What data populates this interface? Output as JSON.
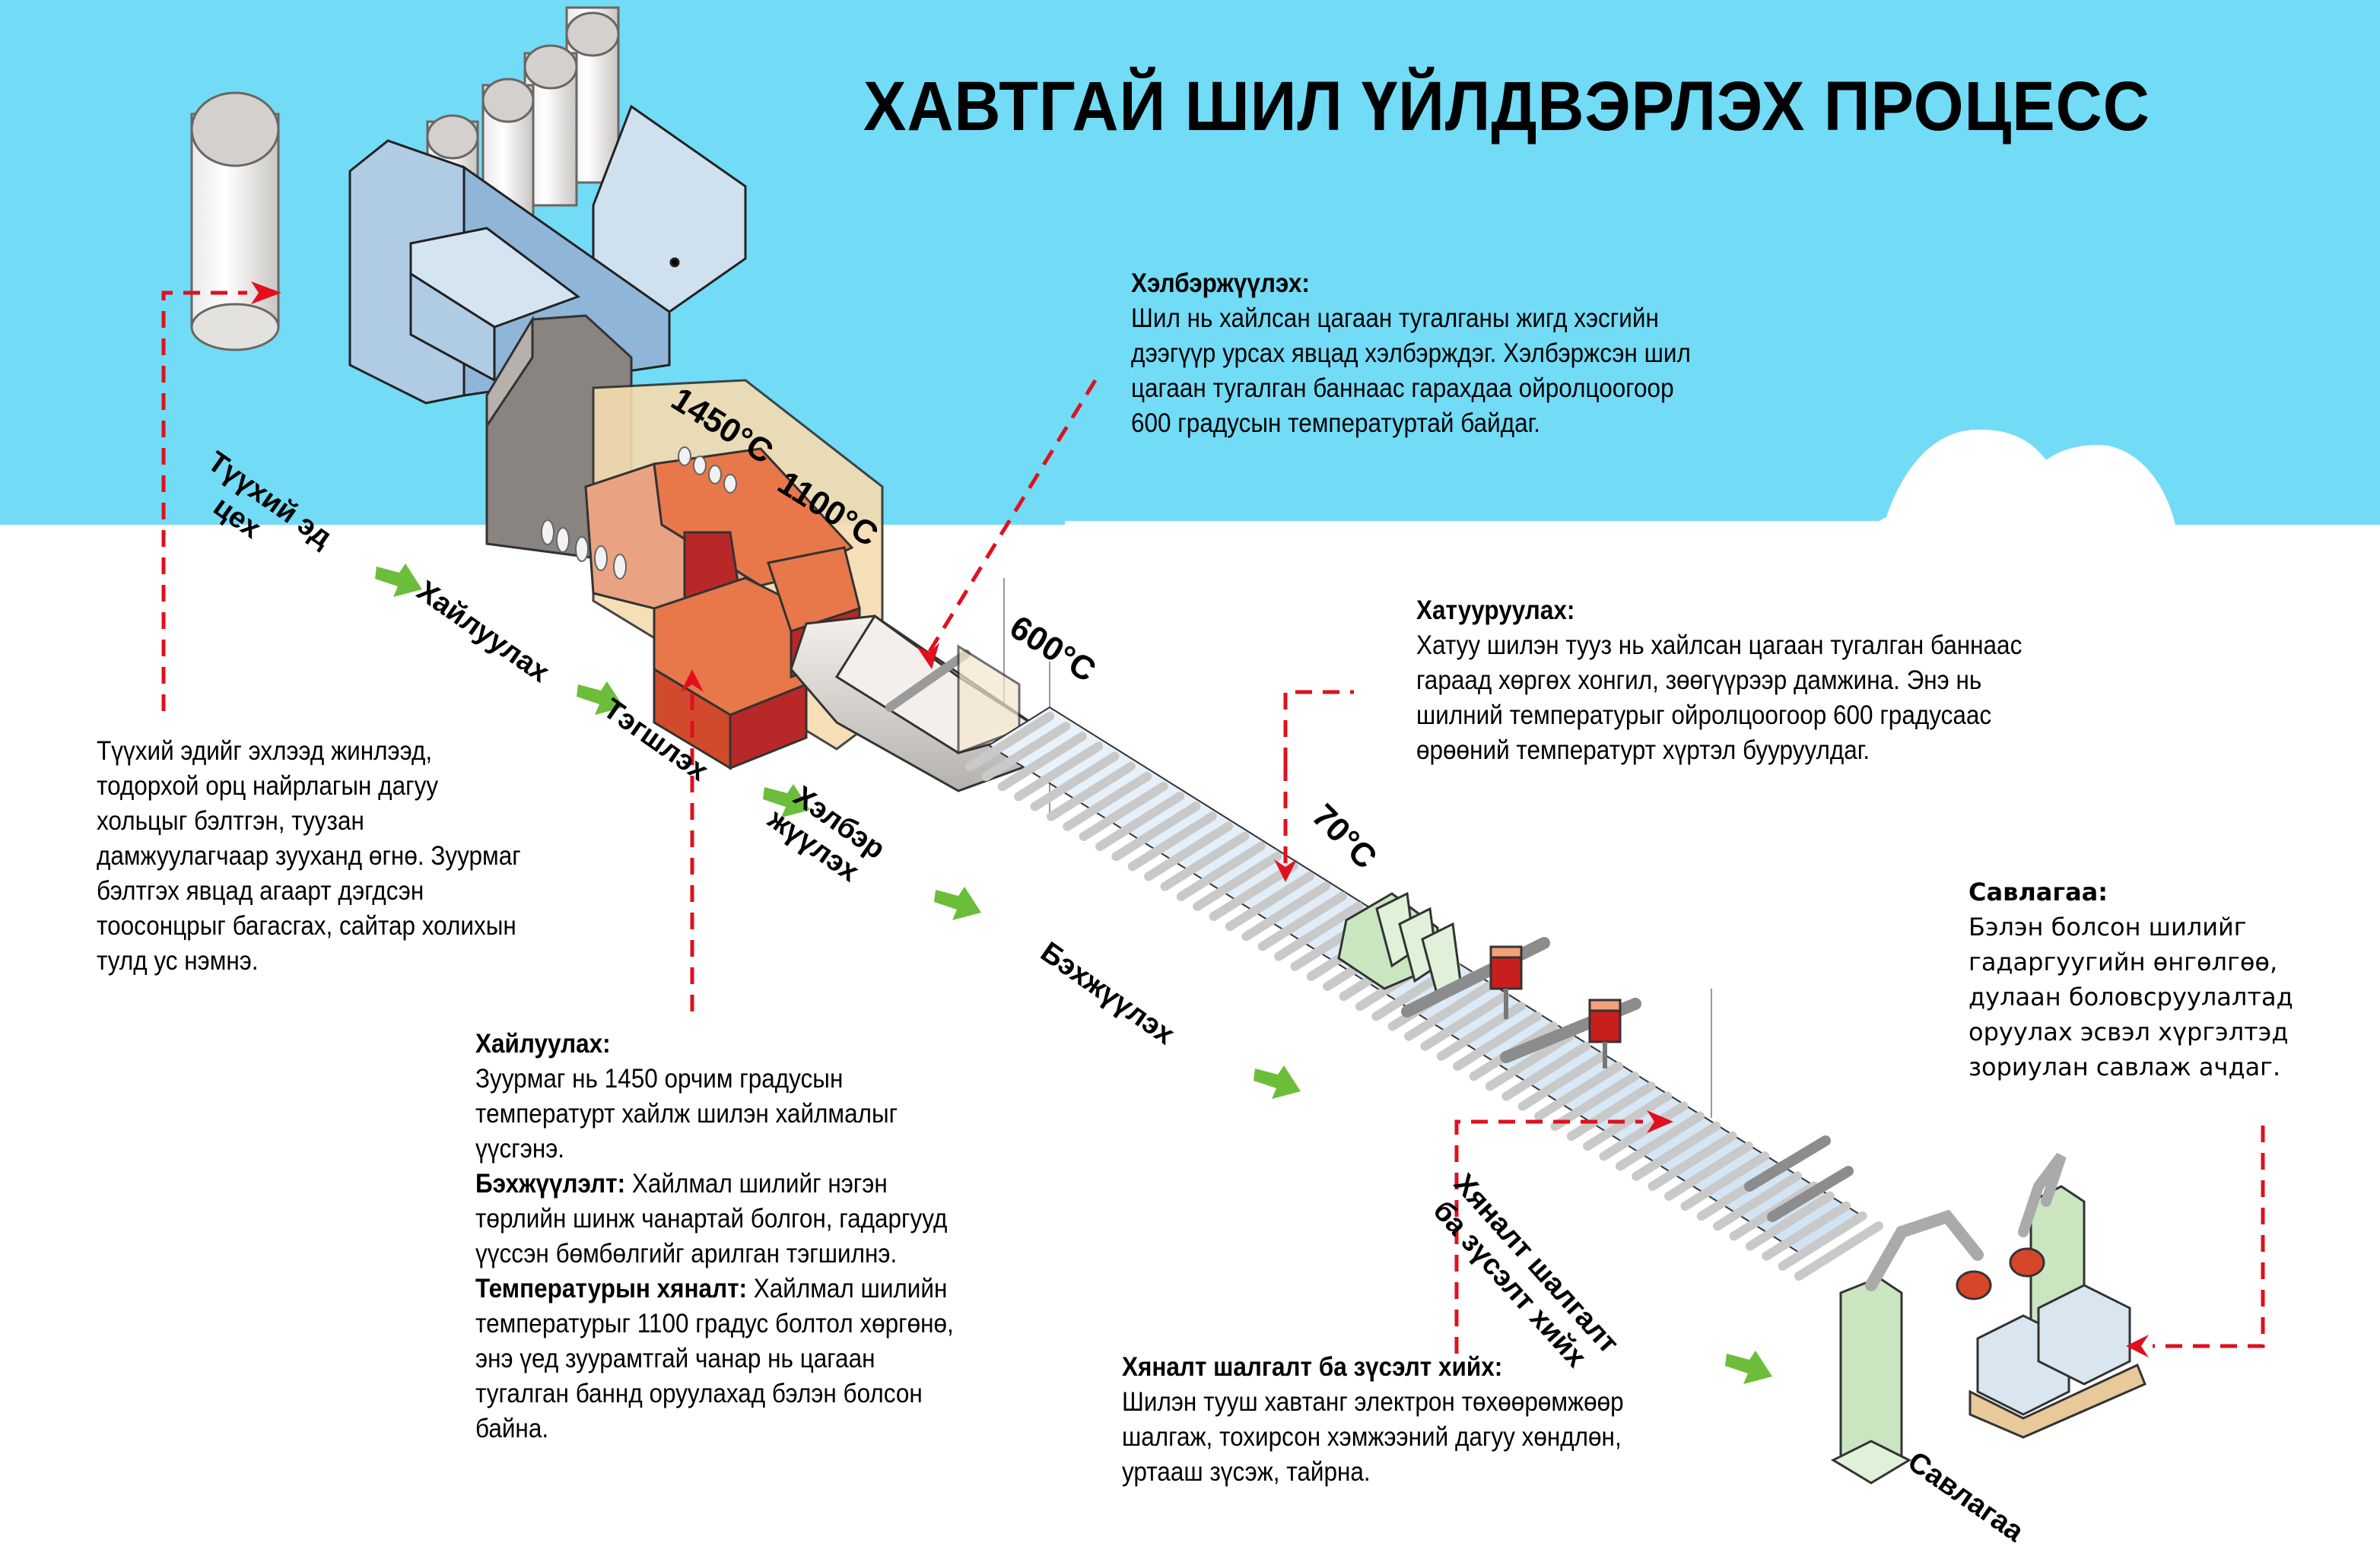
{
  "title": "ХАВТГАЙ ШИЛ ҮЙЛДВЭРЛЭХ ПРОЦЕСС",
  "colors": {
    "sky": "#72dbf6",
    "arrow_green": "#6cbd3a",
    "dashed_red": "#e0101e",
    "melt_orange": "#e8784a",
    "melt_dark_red": "#b82828",
    "furnace_cream": "#f6dcb0",
    "hopper_blue": "#a9c9e6",
    "machine_green": "#c9e6c0"
  },
  "temperatures": [
    "1450°C",
    "1100°C",
    "600°C",
    "70°C"
  ],
  "process_steps": [
    {
      "label_lines": [
        "Түүхий эд",
        "цех"
      ]
    },
    {
      "label_lines": [
        "Хайлуулах"
      ]
    },
    {
      "label_lines": [
        "Тэгшлэх"
      ]
    },
    {
      "label_lines": [
        "Хэлбэр",
        "жүүлэх"
      ]
    },
    {
      "label_lines": [
        "Бэхжүүлэх"
      ]
    },
    {
      "label_lines": [
        "Хяналт шалгалт",
        "ба зүсэлт хийх"
      ]
    },
    {
      "label_lines": [
        "Савлагаа"
      ]
    }
  ],
  "descriptions": {
    "raw_materials": {
      "lines": [
        "Түүхий эдийг эхлээд жинлээд,",
        "тодорхой орц найрлагын дагуу",
        "хольцыг бэлтгэн, туузан",
        "дамжуулагчаар зууханд өгнө. Зуурмаг",
        "бэлтгэх явцад агаарт дэгдсэн",
        "тоосонцрыг багасгах, сайтар холихын",
        "тулд ус нэмнэ."
      ]
    },
    "forming": {
      "heading": "Хэлбэржүүлэх:",
      "lines": [
        "Шил нь хайлсан цагаан тугалганы жигд хэсгийн",
        "дээгүүр урсах явцад хэлбэрждэг. Хэлбэржсэн шил",
        "цагаан тугалган баннаас гарахдаа ойролцоогоор",
        "600 градусын температуртай байдаг."
      ]
    },
    "annealing": {
      "heading": "Хатууруулах:",
      "lines": [
        "Хатуу шилэн тууз нь хайлсан цагаан тугалган баннаас",
        "гараад хөргөх хонгил, зөөгүүрээр дамжина. Энэ нь",
        "шилний температурыг ойролцоогоор 600 градусаас",
        "өрөөний температурт хүртэл бууруулдаг."
      ]
    },
    "melting": {
      "heading": "Хайлуулах:",
      "lines": [
        "Зуурмаг нь 1450 орчим градусын",
        "температурт хайлж шилэн хайлмалыг",
        "үүсгэнэ."
      ],
      "refining_heading": "Бэхжүүлэлт:",
      "refining_lines": [
        " Хайлмал шилийг нэгэн",
        "төрлийн шинж чанартай болгон, гадаргууд",
        "үүссэн бөмбөлгийг арилган тэгшилнэ."
      ],
      "conditioning_heading": "Температурын хяналт:",
      "conditioning_lines": [
        " Хайлмал шилийн",
        "температурыг 1100 градус болтол хөргөнө,",
        "энэ үед зуурамтгай чанар нь цагаан",
        "тугалган баннд оруулахад бэлэн болсон",
        "байна."
      ]
    },
    "inspection": {
      "heading": "Хяналт шалгалт ба зүсэлт хийх:",
      "lines": [
        "Шилэн тууш хавтанг электрон төхөөрөмжөөр",
        "шалгаж, тохирсон хэмжээний дагуу хөндлөн,",
        "уртааш зүсэж, тайрна."
      ]
    },
    "packaging": {
      "heading": "Савлагаа:",
      "lines": [
        "Бэлэн болсон шилийг",
        "гадаргуугийн өнгөлгөө,",
        "дулаан боловсруулалтад",
        "оруулах эсвэл хүргэлтэд",
        "зориулан савлаж ачдаг."
      ]
    }
  }
}
